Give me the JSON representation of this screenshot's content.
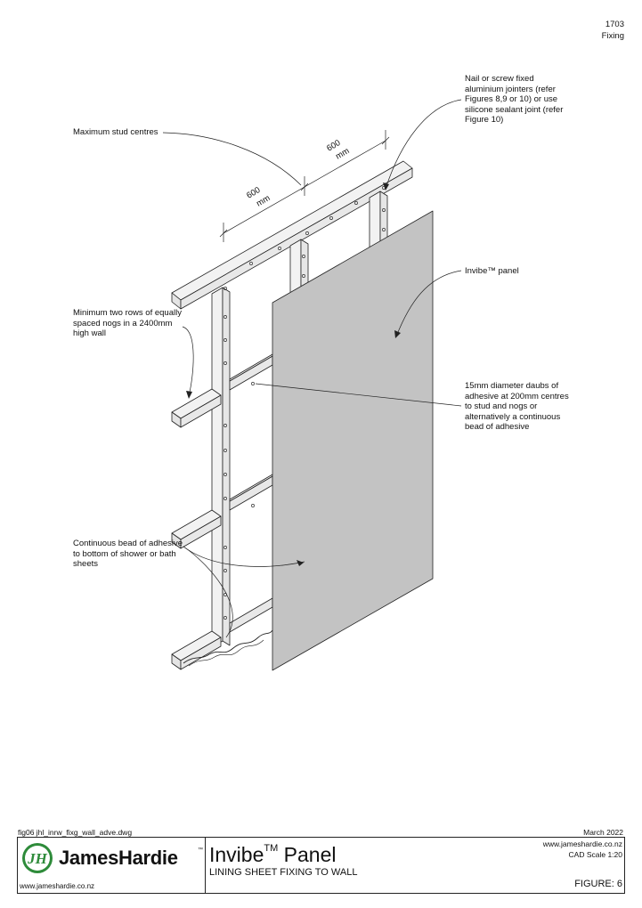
{
  "header": {
    "doc_number": "1703",
    "section": "Fixing"
  },
  "callouts": {
    "max_stud": "Maximum stud centres",
    "jointers": [
      "Nail or screw fixed",
      "aluminium jointers (refer",
      "Figures 8,9 or 10) or use",
      "silicone sealant joint (refer",
      "Figure 10)"
    ],
    "invibe_panel": "Invibe™ panel",
    "nogs": [
      "Minimum two rows of equally",
      "spaced nogs in a 2400mm",
      "high wall"
    ],
    "daubs": [
      "15mm diameter daubs of",
      "adhesive at 200mm centres",
      "to stud and nogs or",
      "alternatively a continuous",
      "bead of adhesive"
    ],
    "bead": [
      "Continuous bead of adhesive",
      "to bottom of shower or bath",
      "sheets"
    ]
  },
  "dimensions": [
    {
      "value": "600",
      "unit": "mm"
    },
    {
      "value": "600",
      "unit": "mm"
    }
  ],
  "title_block": {
    "filename": "fig06 jhl_inrw_fixg_wall_adve.dwg",
    "date": "March 2022",
    "brand": "JamesHardie",
    "brand_tm": "™",
    "logo_letters": "JH",
    "website_small": "www.jameshardie.co.nz",
    "website": "www.jameshardie.co.nz",
    "scale": "CAD Scale 1:20",
    "product": "Invibe",
    "product_tm": "TM",
    "product_suffix": "Panel",
    "subtitle": "LINING SHEET FIXING TO WALL",
    "figure": "FIGURE: 6"
  },
  "colors": {
    "panel": "#c3c3c3",
    "timber": "#f2f2f2",
    "line": "#222222",
    "logo_green": "#2e8b3a"
  }
}
